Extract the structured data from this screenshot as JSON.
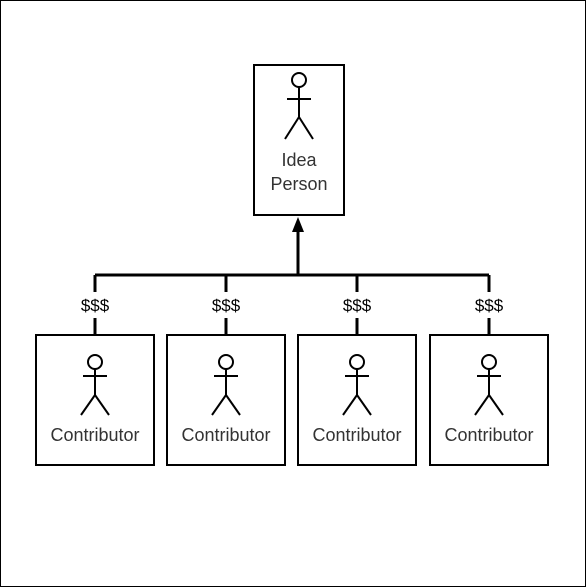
{
  "root": {
    "label_lines": [
      "Idea",
      "Person"
    ],
    "icon": "stick-figure-icon"
  },
  "contributors": [
    {
      "label": "Contributor",
      "edge_label": "$$$",
      "icon": "stick-figure-icon"
    },
    {
      "label": "Contributor",
      "edge_label": "$$$",
      "icon": "stick-figure-icon"
    },
    {
      "label": "Contributor",
      "edge_label": "$$$",
      "icon": "stick-figure-icon"
    },
    {
      "label": "Contributor",
      "edge_label": "$$$",
      "icon": "stick-figure-icon"
    }
  ],
  "colors": {
    "stroke": "#000000",
    "background": "#ffffff",
    "text": "#333333"
  }
}
